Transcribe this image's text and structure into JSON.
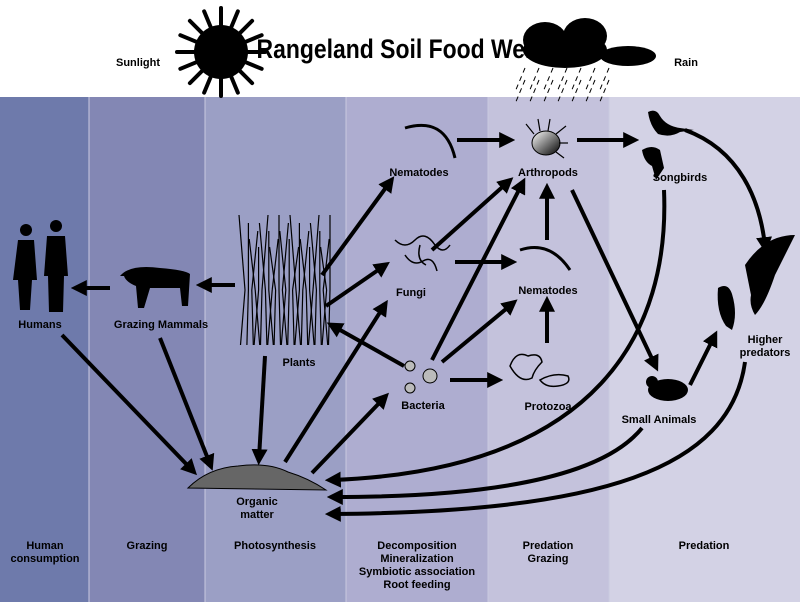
{
  "title": "Rangeland Soil Food Web",
  "weather": {
    "sun_label": "Sunlight",
    "rain_label": "Rain"
  },
  "columns": [
    {
      "label": [
        "Human",
        "consumption"
      ],
      "color": "#6e7aab"
    },
    {
      "label": [
        "Grazing"
      ],
      "color": "#8387b4"
    },
    {
      "label": [
        "Photosynthesis"
      ],
      "color": "#9b9fc5"
    },
    {
      "label": [
        "Decomposition",
        "Mineralization",
        "Symbiotic association",
        "Root feeding"
      ],
      "color": "#aeadd0"
    },
    {
      "label": [
        "Predation",
        "Grazing"
      ],
      "color": "#c4c2dc"
    },
    {
      "label": [
        "Predation"
      ],
      "color": "#d3d2e5"
    }
  ],
  "nodes": {
    "humans": "Humans",
    "grazing_mammals": "Grazing Mammals",
    "plants": "Plants",
    "organic_matter": [
      "Organic",
      "matter"
    ],
    "nematodes_top": "Nematodes",
    "fungi": "Fungi",
    "bacteria": "Bacteria",
    "arthropods": "Arthropods",
    "nematodes_mid": "Nematodes",
    "protozoa": "Protozoa",
    "songbirds": "Songbirds",
    "small_animals": "Small Animals",
    "higher_predators": [
      "Higher",
      "predators"
    ]
  }
}
